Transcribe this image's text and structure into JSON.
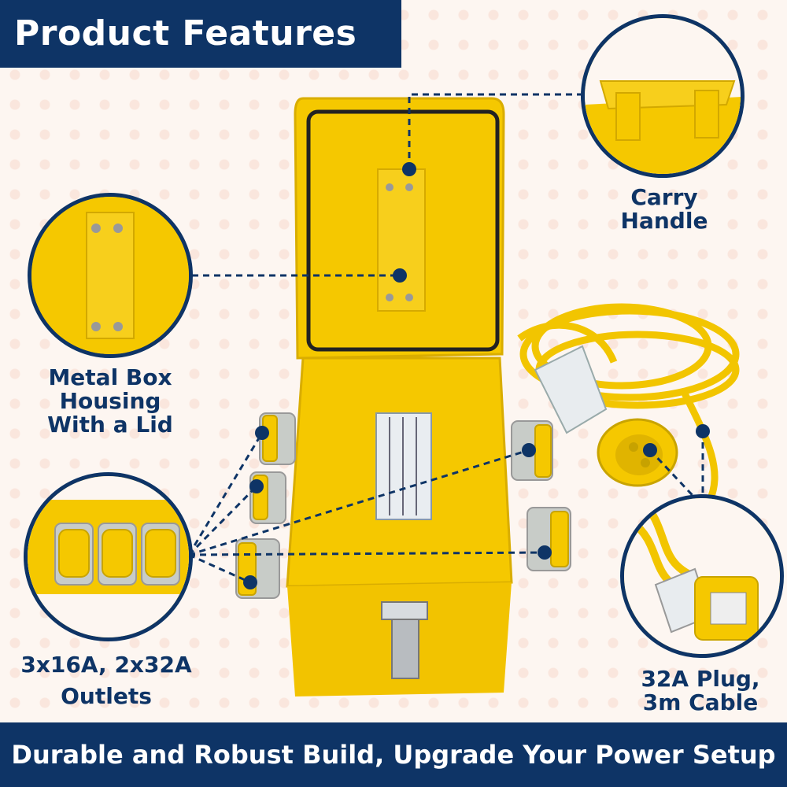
{
  "header": {
    "title": "Product Features"
  },
  "features": {
    "carry_handle": {
      "line1": "Carry",
      "line2": "Handle"
    },
    "metal_box": {
      "line1": "Metal Box",
      "line2": "Housing",
      "line3": "With a Lid"
    },
    "outlets": {
      "line1": "3x16A, 2x32A",
      "line2": "Outlets"
    },
    "plug": {
      "line1": "32A Plug,",
      "line2": "3m Cable"
    }
  },
  "footer": {
    "tagline": "Durable and Robust Build, Upgrade Your Power Setup"
  },
  "colors": {
    "navy": "#0e3466",
    "yellow": "#f5c800",
    "background": "#fdf6f1"
  }
}
